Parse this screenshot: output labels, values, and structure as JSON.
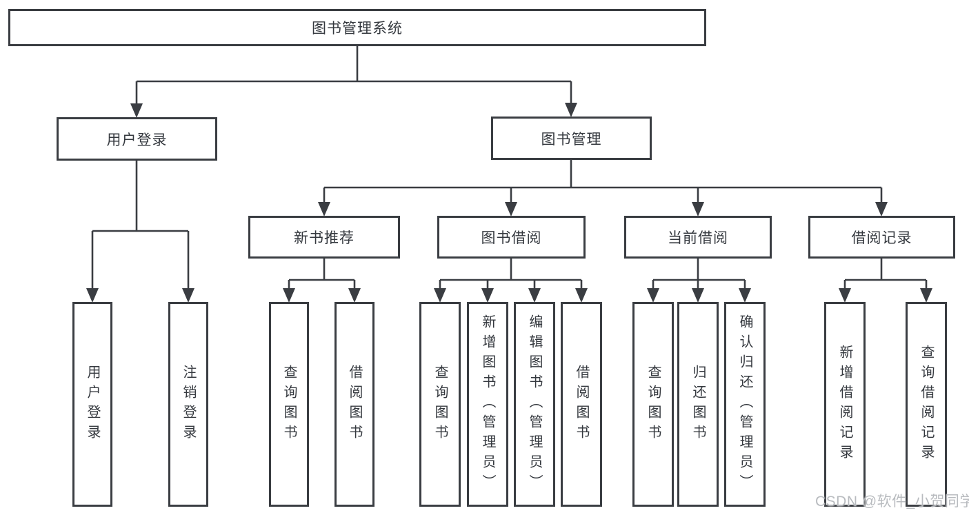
{
  "diagram": {
    "tree": {
      "label": "图书管理系统",
      "children": [
        {
          "label": "用户登录",
          "children": [
            {
              "label": "用户登录"
            },
            {
              "label": "注销登录"
            }
          ]
        },
        {
          "label": "图书管理",
          "children": [
            {
              "label": "新书推荐",
              "children": [
                {
                  "label": "查询图书"
                },
                {
                  "label": "借阅图书"
                }
              ]
            },
            {
              "label": "图书借阅",
              "children": [
                {
                  "label": "查询图书"
                },
                {
                  "label": "新增图书（管理员）"
                },
                {
                  "label": "编辑图书（管理员）"
                },
                {
                  "label": "借阅图书"
                }
              ]
            },
            {
              "label": "当前借阅",
              "children": [
                {
                  "label": "查询图书"
                },
                {
                  "label": "归还图书"
                },
                {
                  "label": "确认归还（管理员）"
                }
              ]
            },
            {
              "label": "借阅记录",
              "children": [
                {
                  "label": "新增借阅记录"
                },
                {
                  "label": "查询借阅记录"
                }
              ]
            }
          ]
        }
      ]
    },
    "colors": {
      "line": "#3a3d42",
      "text": "#35393f",
      "watermark": "#b2b5ba"
    }
  },
  "watermark": "CSDN @软件_小贺同学"
}
